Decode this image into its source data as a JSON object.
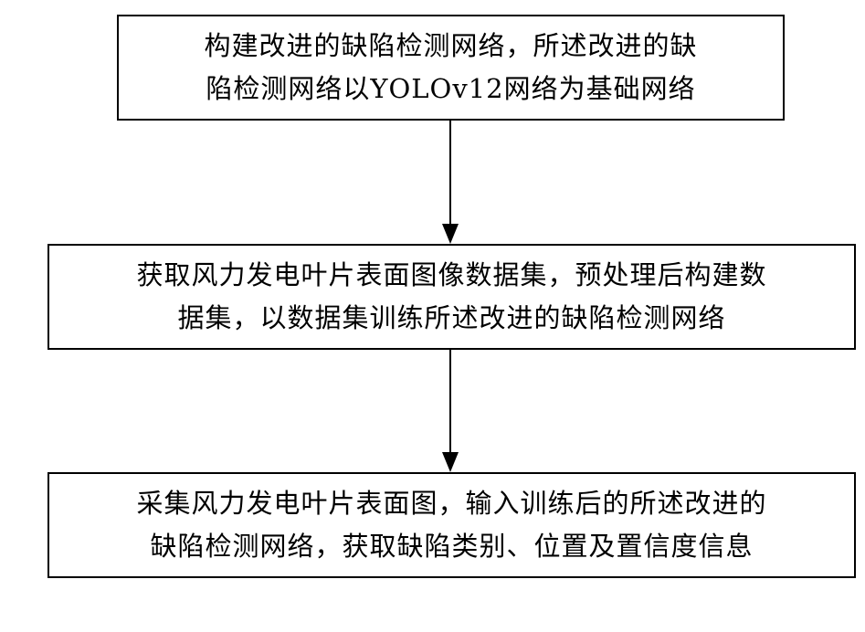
{
  "flowchart": {
    "steps": [
      {
        "lines": [
          "构建改进的缺陷检测网络，所述改进的缺",
          "陷检测网络以YOLOv12网络为基础网络"
        ]
      },
      {
        "lines": [
          "获取风力发电叶片表面图像数据集，预处理后构建数",
          "据集，以数据集训练所述改进的缺陷检测网络"
        ]
      },
      {
        "lines": [
          "采集风力发电叶片表面图，输入训练后的所述改进的",
          "缺陷检测网络，获取缺陷类别、位置及置信度信息"
        ]
      }
    ]
  }
}
